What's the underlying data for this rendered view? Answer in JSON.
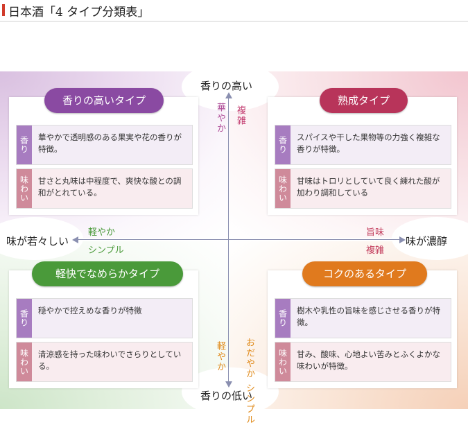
{
  "page_title": "日本酒「4 タイプ分類表」",
  "axes": {
    "top": "香りの高い",
    "bottom": "香りの低い",
    "left": "味が若々しい",
    "right": "味が濃醇",
    "top_left_word": "華やか",
    "top_right_word": "複雑",
    "bottom_left_word": "軽やか",
    "bottom_right_word": "おだやか シンプル",
    "left_upper_word": "軽やか",
    "left_lower_word": "シンプル",
    "right_upper_word": "旨味",
    "right_lower_word": "複雑"
  },
  "types": {
    "aromatic": {
      "name": "香りの高いタイプ",
      "color": "#8a4aa2",
      "aroma_tag": "香り",
      "aroma": "華やかで透明感のある果実や花の香りが特徴。",
      "taste_tag": "味わい",
      "taste": "甘さと丸味は中程度で、爽快な酸との調和がとれている。"
    },
    "aged": {
      "name": "熟成タイプ",
      "color": "#b8345a",
      "aroma_tag": "香り",
      "aroma": "スパイスや干した果物等の力強く複雑な香りが特徴。",
      "taste_tag": "味わい",
      "taste": "甘味はトロリとしていて良く練れた酸が加わり調和している"
    },
    "light": {
      "name": "軽快でなめらかタイプ",
      "color": "#4a9a3a",
      "aroma_tag": "香り",
      "aroma": "穏やかで控えめな香りが特徴",
      "taste_tag": "味わい",
      "taste": "清涼感を持った味わいでさらりとしている。"
    },
    "rich": {
      "name": "コクのあるタイプ",
      "color": "#e07a1e",
      "aroma_tag": "香り",
      "aroma": "樹木や乳性の旨味を感じさせる香りが特徴。",
      "taste_tag": "味わい",
      "taste": "甘み、酸味、心地よい苦みとふくよかな味わいが特徴。"
    }
  }
}
